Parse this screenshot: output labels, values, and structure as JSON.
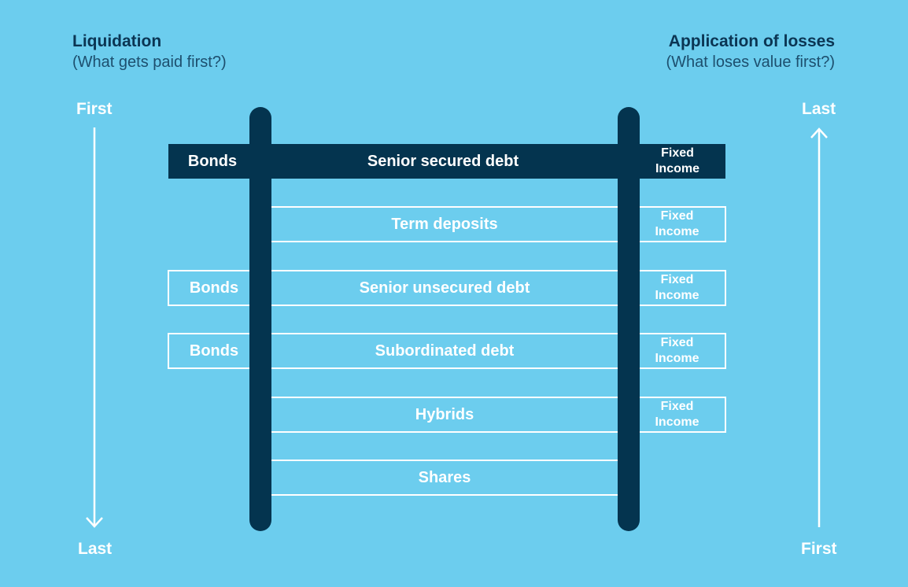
{
  "left_header": {
    "title": "Liquidation",
    "subtitle": "(What gets paid first?)"
  },
  "right_header": {
    "title": "Application of losses",
    "subtitle": "(What loses value first?)"
  },
  "left_axis": {
    "top": "First",
    "bottom": "Last"
  },
  "right_axis": {
    "top": "Last",
    "bottom": "First"
  },
  "rungs": [
    {
      "label": "Senior secured debt",
      "left_tag": "Bonds",
      "right_tag_line1": "Fixed",
      "right_tag_line2": "Income"
    },
    {
      "label": "Term deposits",
      "right_tag_line1": "Fixed",
      "right_tag_line2": "Income"
    },
    {
      "label": "Senior unsecured debt",
      "left_tag": "Bonds",
      "right_tag_line1": "Fixed",
      "right_tag_line2": "Income"
    },
    {
      "label": "Subordinated debt",
      "left_tag": "Bonds",
      "right_tag_line1": "Fixed",
      "right_tag_line2": "Income"
    },
    {
      "label": "Hybrids",
      "right_tag_line1": "Fixed",
      "right_tag_line2": "Income"
    },
    {
      "label": "Shares"
    }
  ],
  "colors": {
    "background": "#6ccdee",
    "navy": "#04344f",
    "white": "#ffffff"
  }
}
